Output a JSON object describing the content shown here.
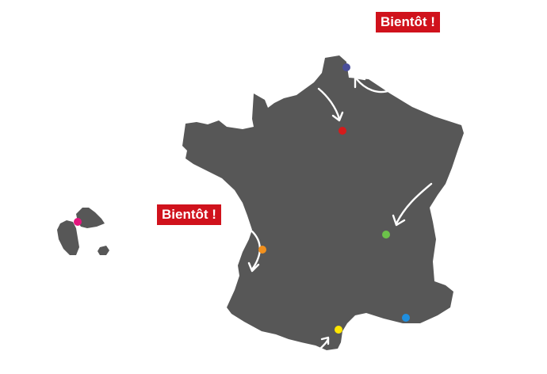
{
  "colors": {
    "land": "#575757",
    "background": "#ffffff",
    "arrow": "#ffffff",
    "badge": "#d0121c"
  },
  "badges": {
    "north": "Bientôt !",
    "west": "Bientôt !"
  },
  "markers": [
    {
      "name": "lille-marker",
      "color": "#4a4e9a"
    },
    {
      "name": "paris-marker",
      "color": "#d51b1b"
    },
    {
      "name": "lyon-marker",
      "color": "#6cc24a"
    },
    {
      "name": "bordeaux-marker",
      "color": "#f1901e"
    },
    {
      "name": "marseille-marker",
      "color": "#1f8fe0"
    },
    {
      "name": "perpignan-marker",
      "color": "#ffe600"
    },
    {
      "name": "guadeloupe-marker",
      "color": "#e5157e"
    }
  ]
}
